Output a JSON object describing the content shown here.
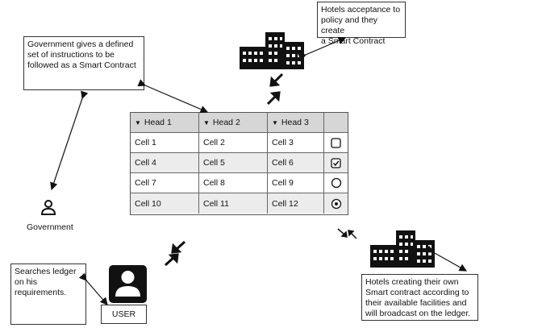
{
  "notes": {
    "government": "Government gives a defined\nset of instructions to be\nfollowed as a Smart Contract",
    "hotels_accept": "Hotels acceptance to\npolicy and they create\na Smart Contract",
    "hotels_create": "Hotels creating their own\nSmart contract according to\ntheir available facilities and\nwill broadcast on the ledger.",
    "user_search": "Searches ledger\non his\nrequirements."
  },
  "labels": {
    "government": "Government",
    "user": "USER"
  },
  "table": {
    "headers": [
      "Head 1",
      "Head 2",
      "Head 3"
    ],
    "rows": [
      [
        "Cell 1",
        "Cell 2",
        "Cell 3"
      ],
      [
        "Cell 4",
        "Cell 5",
        "Cell 6"
      ],
      [
        "Cell 7",
        "Cell 8",
        "Cell 9"
      ],
      [
        "Cell 10",
        "Cell 11",
        "Cell 12"
      ]
    ],
    "row_controls": [
      "checkbox-unchecked",
      "checkbox-checked",
      "radio-unselected",
      "radio-selected"
    ]
  },
  "icons": [
    "building-icon",
    "building-icon",
    "person-icon",
    "user-avatar-icon",
    "double-arrow-icon"
  ]
}
